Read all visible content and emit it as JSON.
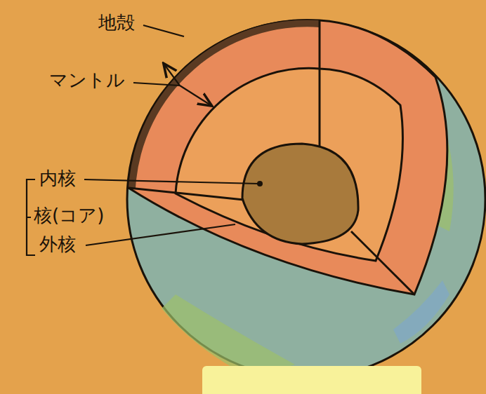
{
  "diagram": {
    "labels": [
      "地殻",
      "マントル",
      "内核",
      "核(コア)",
      "外核"
    ]
  }
}
